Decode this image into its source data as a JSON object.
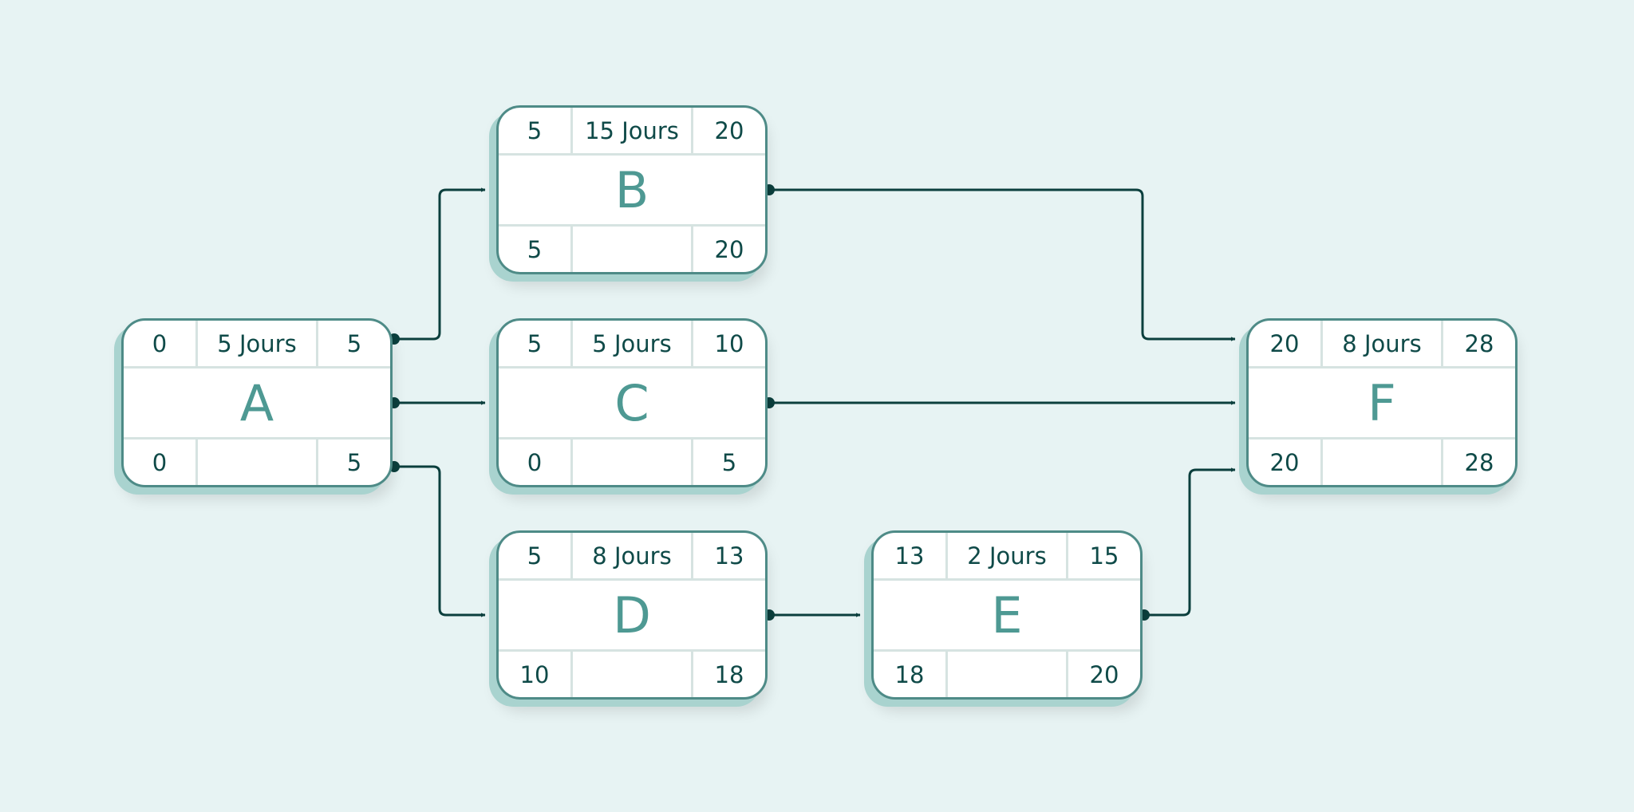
{
  "colors": {
    "background": "#e7f3f3",
    "border": "#4e8b87",
    "text": "#0f4a48",
    "name": "#4e9993",
    "line": "#0b3f3d"
  },
  "nodes": [
    {
      "id": "A",
      "es": "0",
      "duration": "5 Jours",
      "ef": "5",
      "ls": "0",
      "slack": "",
      "lf": "5"
    },
    {
      "id": "B",
      "es": "5",
      "duration": "15 Jours",
      "ef": "20",
      "ls": "5",
      "slack": "",
      "lf": "20"
    },
    {
      "id": "C",
      "es": "5",
      "duration": "5 Jours",
      "ef": "10",
      "ls": "0",
      "slack": "",
      "lf": "5"
    },
    {
      "id": "D",
      "es": "5",
      "duration": "8 Jours",
      "ef": "13",
      "ls": "10",
      "slack": "",
      "lf": "18"
    },
    {
      "id": "E",
      "es": "13",
      "duration": "2 Jours",
      "ef": "15",
      "ls": "18",
      "slack": "",
      "lf": "20"
    },
    {
      "id": "F",
      "es": "20",
      "duration": "8 Jours",
      "ef": "28",
      "ls": "20",
      "slack": "",
      "lf": "28"
    }
  ],
  "edges": [
    {
      "from": "A",
      "to": "B"
    },
    {
      "from": "A",
      "to": "C"
    },
    {
      "from": "A",
      "to": "D"
    },
    {
      "from": "B",
      "to": "F"
    },
    {
      "from": "C",
      "to": "F"
    },
    {
      "from": "D",
      "to": "E"
    },
    {
      "from": "E",
      "to": "F"
    }
  ]
}
